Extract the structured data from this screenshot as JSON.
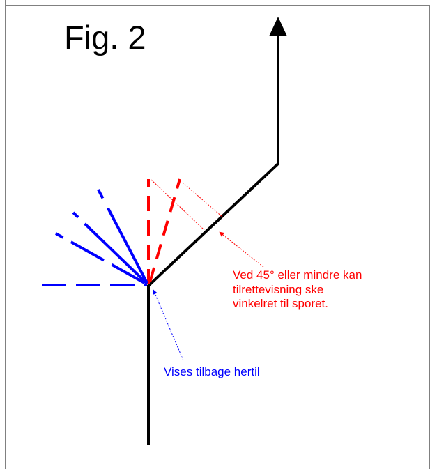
{
  "figure": {
    "title": "Fig. 2",
    "red_annotation": {
      "lines": [
        "Ved 45° eller mindre kan",
        "tilrettevisning ske",
        "vinkelret til sporet."
      ]
    },
    "blue_annotation": {
      "text": "Vises tilbage hertil"
    }
  },
  "colors": {
    "track": "#000000",
    "red": "#ff0000",
    "blue": "#0000ff",
    "border": "#000000",
    "background": "#ffffff"
  }
}
